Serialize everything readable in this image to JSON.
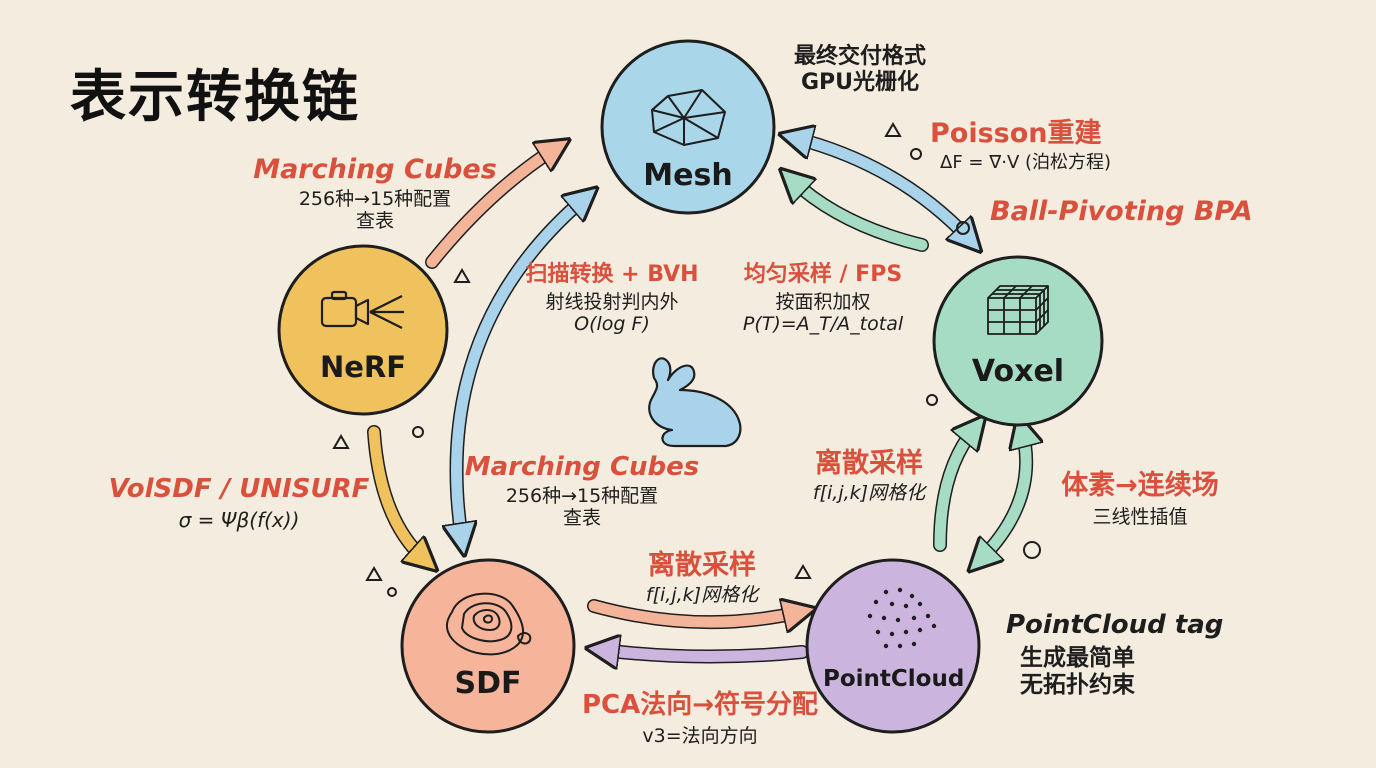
{
  "title": "表示转换链",
  "nodes": {
    "mesh": {
      "label": "Mesh",
      "color": "#a9d6e8"
    },
    "nerf": {
      "label": "NeRF",
      "color": "#efc25e"
    },
    "voxel": {
      "label": "Voxel",
      "color": "#a6dcc4"
    },
    "sdf": {
      "label": "SDF",
      "color": "#f6b59a"
    },
    "pointcloud": {
      "label": "PointCloud",
      "color": "#cbb5df"
    }
  },
  "mesh_note": {
    "line1": "最终交付格式",
    "line2": "GPU光栅化"
  },
  "nerf_to_mesh": {
    "method": "Marching Cubes",
    "line1": "256种→15种配置",
    "line2": "查表"
  },
  "mesh_to_sdf": {
    "method": "扫描转换 + BVH",
    "line1": "射线投射判内外",
    "line2": "O(log F)"
  },
  "sdf_to_mesh": {
    "method": "Marching Cubes",
    "line1": "256种→15种配置",
    "line2": "查表"
  },
  "mesh_to_pointcloud": {
    "method": "均匀采样 / FPS",
    "line1": "按面积加权",
    "line2": "P(T)=A_T/A_total"
  },
  "mesh_voxel": {
    "method1": "Poisson重建",
    "formula": "ΔF = ∇·V (泊松方程)",
    "method2": "Ball-Pivoting BPA"
  },
  "nerf_to_sdf": {
    "method": "VolSDF / UNISURF",
    "formula": "σ = Ψβ(f(x))"
  },
  "sdf_to_pointcloud": {
    "method": "离散采样",
    "line1": "f[i,j,k]网格化"
  },
  "pointcloud_to_sdf": {
    "method": "PCA法向→符号分配",
    "line1": "v3=法向方向"
  },
  "pointcloud_to_voxel": {
    "method": "离散采样",
    "line1": "f[i,j,k]网格化"
  },
  "voxel_to_pointcloud": {
    "method": "体素→连续场",
    "line1": "三线性插值"
  },
  "pointcloud_note": {
    "title": "PointCloud tag",
    "line1": "生成最简单",
    "line2": "无拓扑约束"
  },
  "colors": {
    "background": "#f4ecdf",
    "accent_red": "#d9503c",
    "arrow_blue": "#a9d3ea",
    "arrow_green": "#a6dcc4",
    "arrow_orange": "#f4b49a",
    "arrow_yellow": "#efc25e",
    "arrow_purple": "#cbb5df",
    "bunny": "#a9d3ea"
  }
}
